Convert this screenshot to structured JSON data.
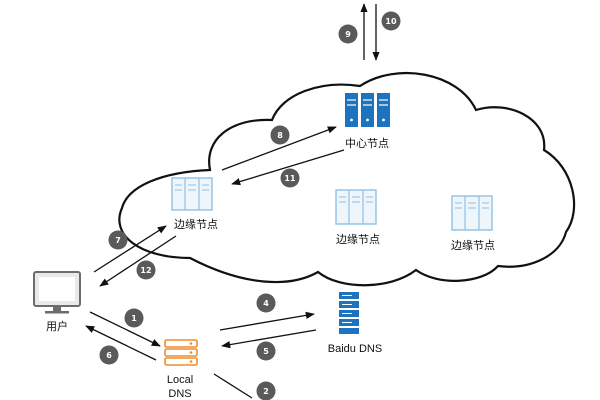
{
  "colors": {
    "server_blue": "#1e73be",
    "server_light": "#8fc0e6",
    "local_dns_orange": "#f08c2e",
    "badge_gray": "#5a5a5a",
    "line": "#111111"
  },
  "nodes": {
    "center": {
      "label": "中心节点",
      "icon": "server-icon"
    },
    "edge_left": {
      "label": "边缘节点",
      "icon": "server-icon"
    },
    "edge_mid": {
      "label": "边缘节点",
      "icon": "server-icon"
    },
    "edge_right": {
      "label": "边缘节点",
      "icon": "server-icon"
    },
    "user": {
      "label": "用户",
      "icon": "monitor-icon"
    },
    "local_dns": {
      "label_line1": "Local",
      "label_line2": "DNS",
      "icon": "server-stack-icon"
    },
    "baidu_dns": {
      "label": "Baidu DNS",
      "icon": "server-rack-icon"
    }
  },
  "steps": {
    "s1": "1",
    "s2": "2",
    "s4": "4",
    "s5": "5",
    "s6": "6",
    "s7": "7",
    "s8": "8",
    "s9": "9",
    "s10": "10",
    "s11": "11",
    "s12": "12"
  }
}
